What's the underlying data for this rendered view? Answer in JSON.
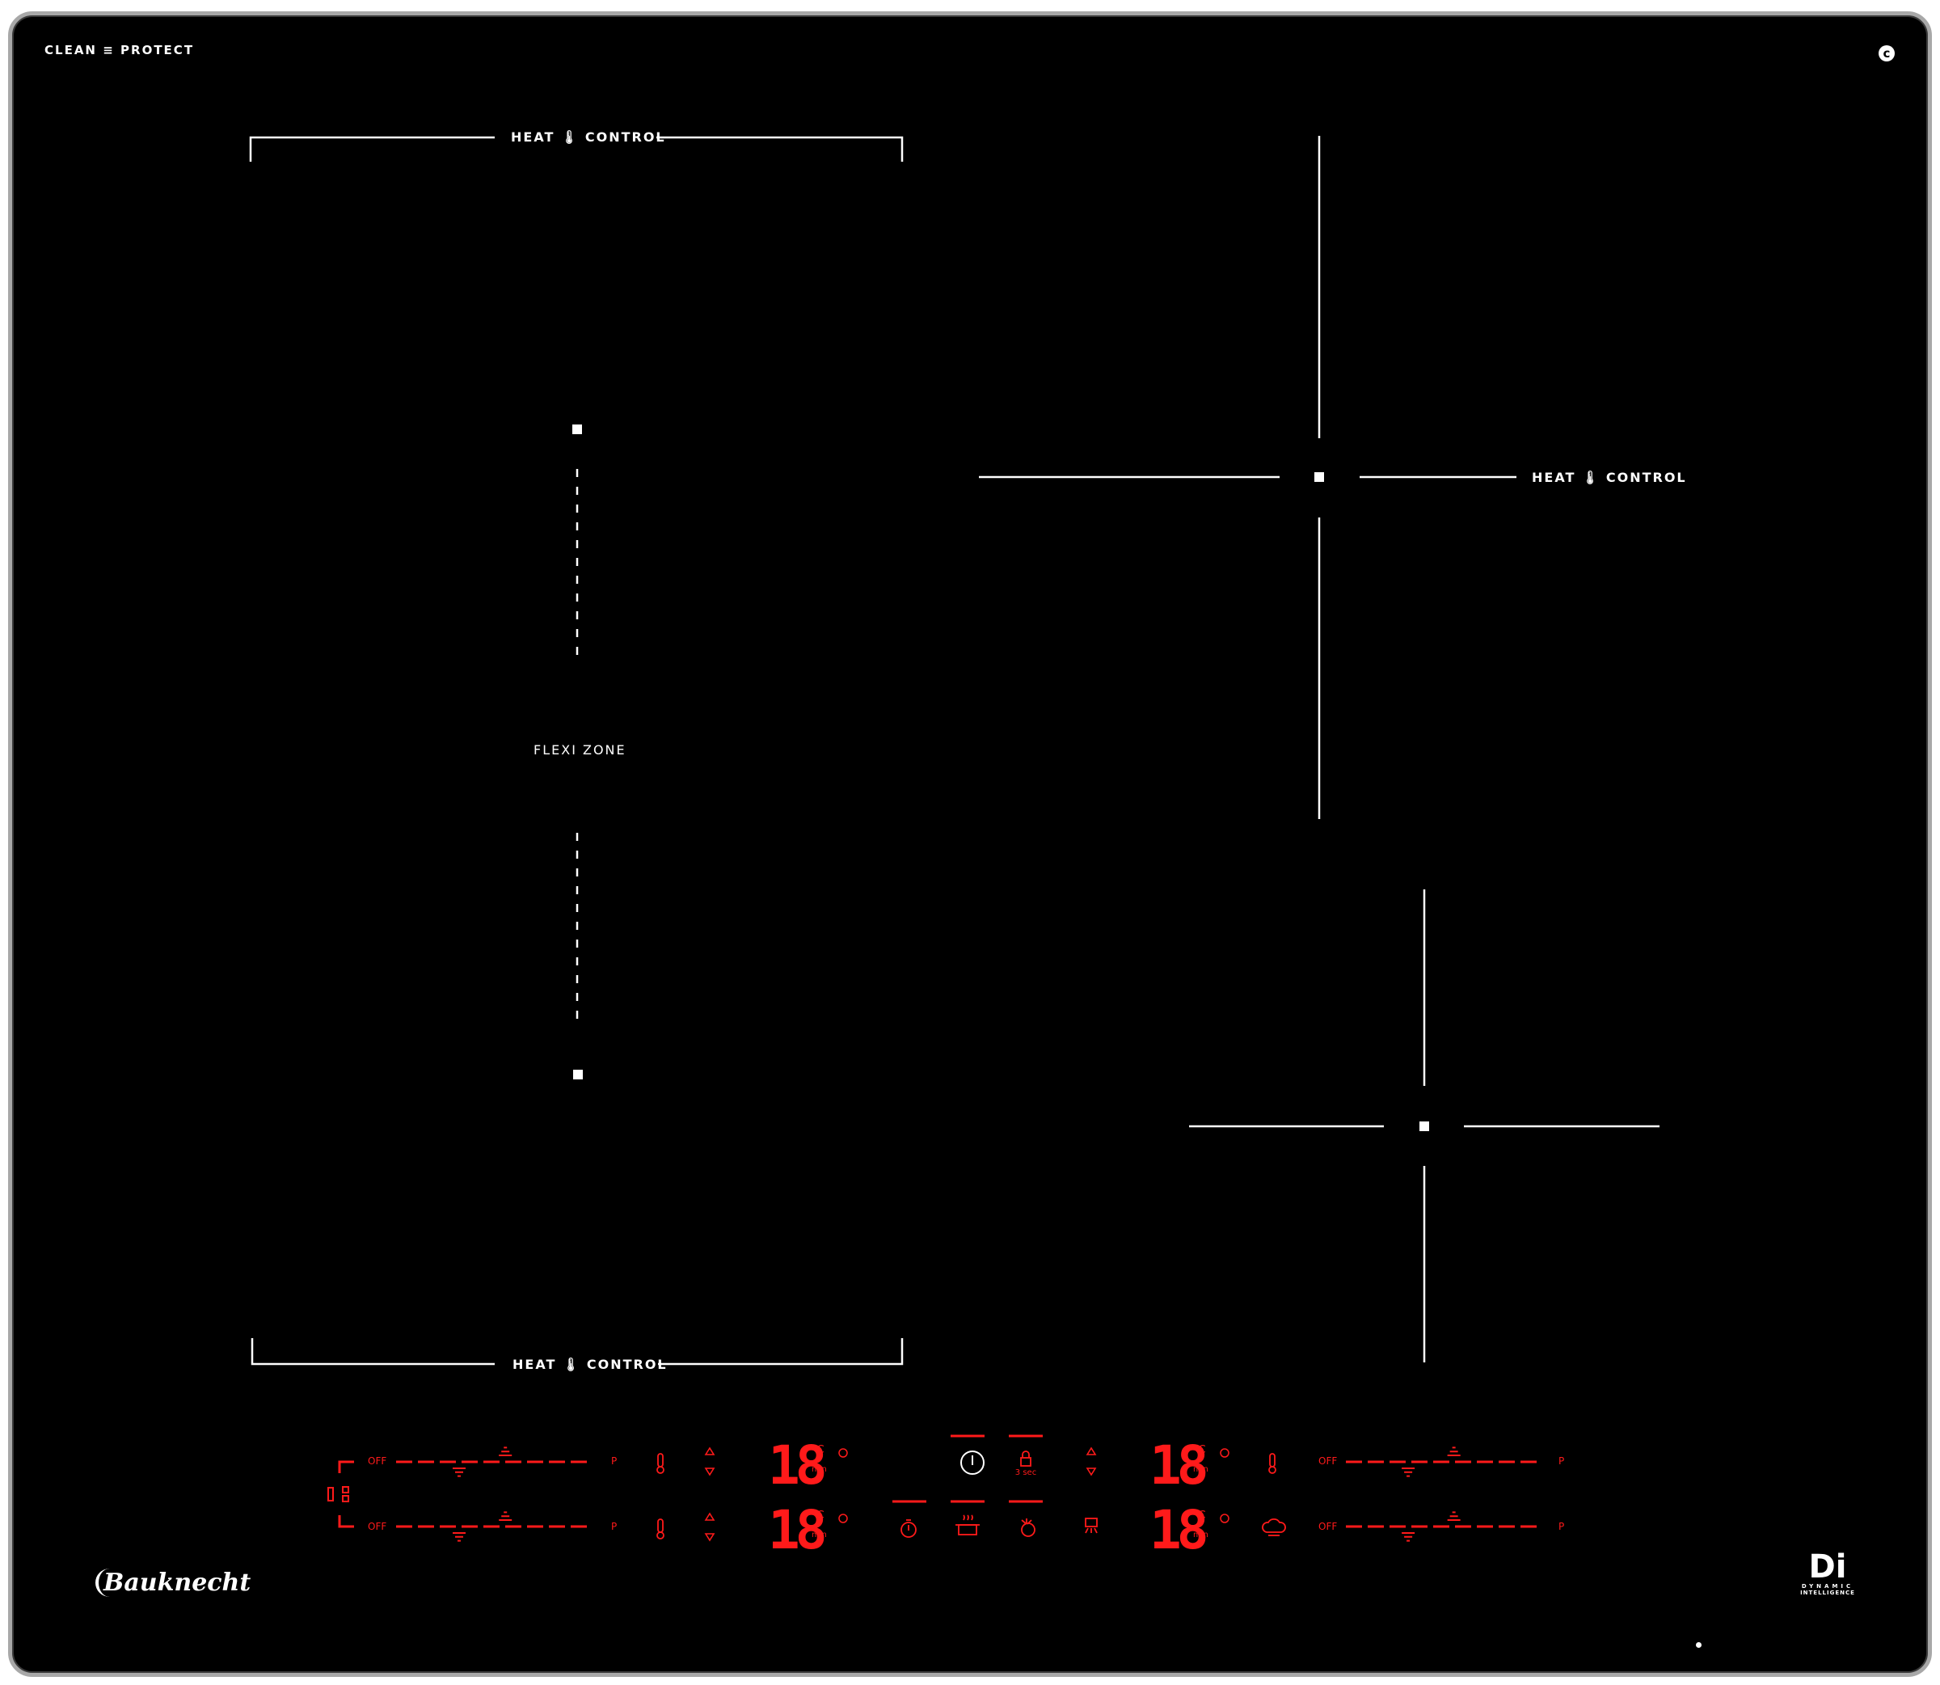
{
  "header": {
    "clean_protect_left": "CLEAN",
    "clean_protect_right": "PROTECT"
  },
  "zones": {
    "flexi_label": "FLEXI ZONE",
    "heat_control": [
      {
        "heat": "HEAT",
        "control": "CONTROL"
      },
      {
        "heat": "HEAT",
        "control": "CONTROL"
      },
      {
        "heat": "HEAT",
        "control": "CONTROL"
      }
    ]
  },
  "controls": {
    "off_label": "OFF",
    "p_label": "P",
    "timer_digits": [
      "18",
      "18",
      "18",
      "18"
    ],
    "unit_c": "°C",
    "unit_min": "min",
    "lock_label": "3 sec"
  },
  "brand": {
    "logo_text": "Bauknecht",
    "di_letters": "Di",
    "di_line1": "DYNAMIC",
    "di_line2": "INTELLIGENCE"
  },
  "colors": {
    "glass": "#000000",
    "frame": "#a8a8a8",
    "display_red": "#ff1a1a",
    "marking_white": "#ffffff"
  }
}
